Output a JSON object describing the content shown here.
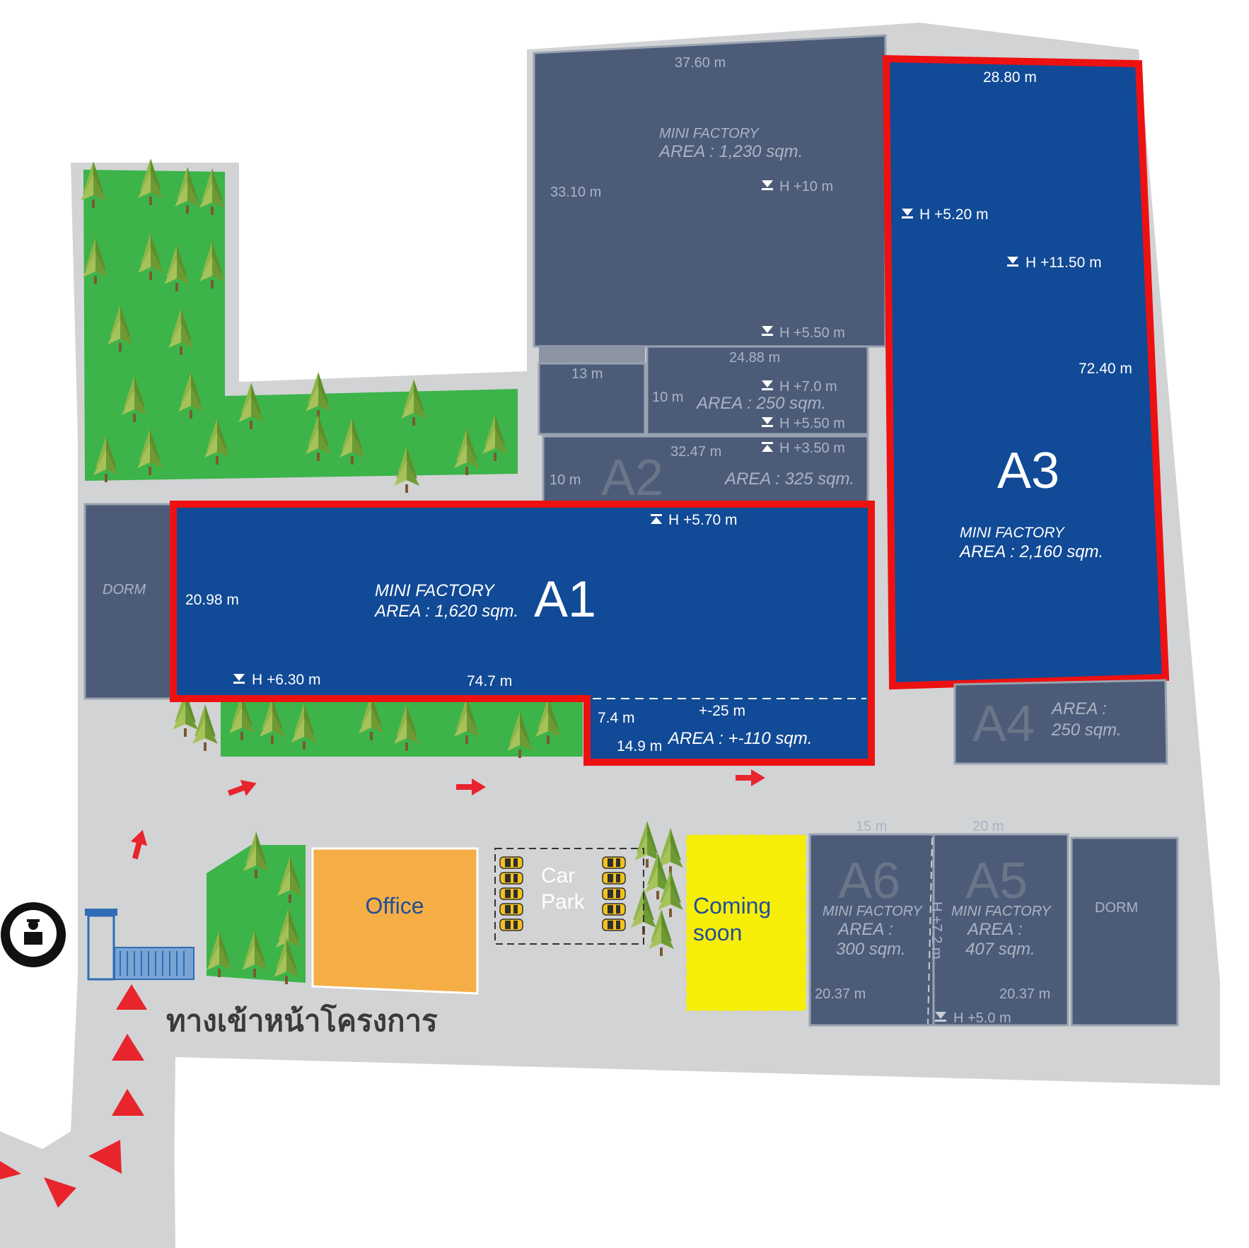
{
  "colors": {
    "road": "#d2d3d5",
    "building": "#4c5c78",
    "highlight_fill": "#114a96",
    "highlight_border": "#ee1111",
    "grass": "#3cb44a",
    "office": "#f5ae45",
    "coming_soon": "#f7ee07",
    "arrow": "#e8242c"
  },
  "buildings": {
    "mini_factory_top": {
      "width": "37.60 m",
      "depth": "33.10 m",
      "title": "MINI FACTORY",
      "area": "AREA : 1,230 sqm.",
      "height1": "H +10 m",
      "height2": "H +5.50 m"
    },
    "unit_13m": {
      "width": "13 m"
    },
    "unit_250": {
      "width": "24.88 m",
      "depth": "10 m",
      "area": "AREA : 250 sqm.",
      "height1": "H +7.0 m",
      "height2": "H +5.50 m"
    },
    "a2": {
      "label": "A2",
      "width": "32.47 m",
      "depth": "10 m",
      "area": "AREA : 325 sqm.",
      "height": "H +3.50 m"
    },
    "a1": {
      "label": "A1",
      "title": "MINI FACTORY",
      "area": "AREA : 1,620 sqm.",
      "depth": "20.98 m",
      "length": "74.7 m",
      "height_top": "H +5.70 m",
      "height_bottom": "H +6.30 m",
      "ext_depth": "7.4 m",
      "ext_width": "14.9 m",
      "ext_offset": "+-25 m",
      "ext_area": "AREA : +-110 sqm."
    },
    "a3": {
      "label": "A3",
      "title": "MINI FACTORY",
      "area": "AREA : 2,160 sqm.",
      "width": "28.80 m",
      "length": "72.40 m",
      "height1": "H +5.20 m",
      "height2": "H +11.50 m"
    },
    "a4": {
      "label": "A4",
      "area_line1": "AREA :",
      "area_line2": "250 sqm."
    },
    "a6": {
      "label": "A6",
      "title": "MINI FACTORY",
      "area_line1": "AREA :",
      "area_line2": "300 sqm.",
      "width": "15 m",
      "depth": "20.37 m"
    },
    "a5": {
      "label": "A5",
      "title": "MINI FACTORY",
      "area_line1": "AREA :",
      "area_line2": "407 sqm.",
      "width": "20 m",
      "depth": "20.37 m",
      "height_side": "H +7.2 m",
      "height_bottom": "H +5.0 m"
    },
    "dorm_left": {
      "label": "DORM"
    },
    "dorm_right": {
      "label": "DORM"
    }
  },
  "facilities": {
    "office": "Office",
    "car_park_line1": "Car",
    "car_park_line2": "Park",
    "coming_soon_line1": "Coming",
    "coming_soon_line2": "soon"
  },
  "entrance_label": "ทางเข้าหน้าโครงการ",
  "icons": [
    "security-guard-icon",
    "gate-icon",
    "tree-icon",
    "car-icon",
    "direction-arrow-icon",
    "height-marker-icon"
  ]
}
